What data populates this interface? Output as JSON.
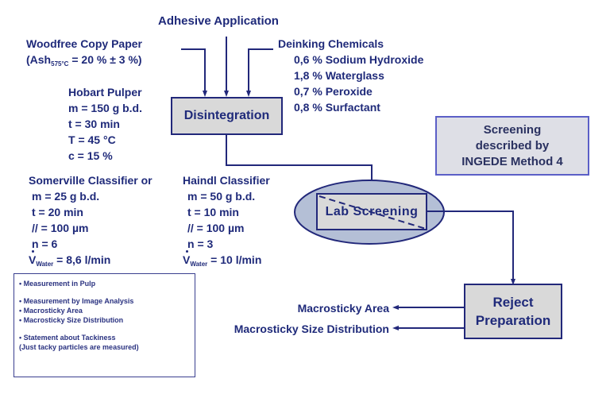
{
  "colors": {
    "ink": "#1f2a7a",
    "box_fill": "#d9d9d9",
    "ellipse_fill": "#b4bfd6",
    "method_border": "#5b5fc7"
  },
  "inputs": {
    "adhesive": "Adhesive Application",
    "paper_title": "Woodfree Copy Paper",
    "paper_ash_prefix": "(Ash",
    "paper_ash_sub": "575°C",
    "paper_ash_value": " = 20 % ± 3 %)",
    "chemicals_title": "Deinking Chemicals",
    "chemicals": [
      "0,6 % Sodium Hydroxide",
      "1,8 % Waterglass",
      "0,7 % Peroxide",
      "0,8 % Surfactant"
    ]
  },
  "pulper": {
    "title": "Hobart Pulper",
    "lines": [
      "m = 150 g b.d.",
      "t  = 30 min",
      "T  = 45 °C",
      "c  = 15 %"
    ]
  },
  "disintegration": {
    "label": "Disintegration"
  },
  "somerville": {
    "title": "Somerville Classifier or",
    "lines": [
      "m = 25 g b.d.",
      "t  = 20 min",
      "//  = 100 µm",
      "n  = 6"
    ],
    "water_label": "V",
    "water_sub": "Water",
    "water_value": " = 8,6 l/min"
  },
  "haindl": {
    "title": "Haindl Classifier",
    "lines": [
      "m = 50 g b.d.",
      "t  = 10 min",
      "//  = 100 µm",
      "n  = 3"
    ],
    "water_label": "V",
    "water_sub": "Water",
    "water_value": " = 10 l/min"
  },
  "method_box": {
    "lines": [
      "Screening",
      "described by",
      "INGEDE Method 4"
    ]
  },
  "lab_screening": {
    "label": "Lab Screening"
  },
  "reject": {
    "lines": [
      "Reject",
      "Preparation"
    ]
  },
  "outputs": [
    "Macrosticky Area",
    "Macrosticky Size Distribution"
  ],
  "notes": {
    "items": [
      "•   Measurement in Pulp",
      "•   Measurement by Image Analysis",
      "•   Macrosticky Area",
      "•   Macrosticky  Size Distribution",
      "•   Statement about Tackiness",
      "(Just tacky particles are measured)"
    ]
  }
}
